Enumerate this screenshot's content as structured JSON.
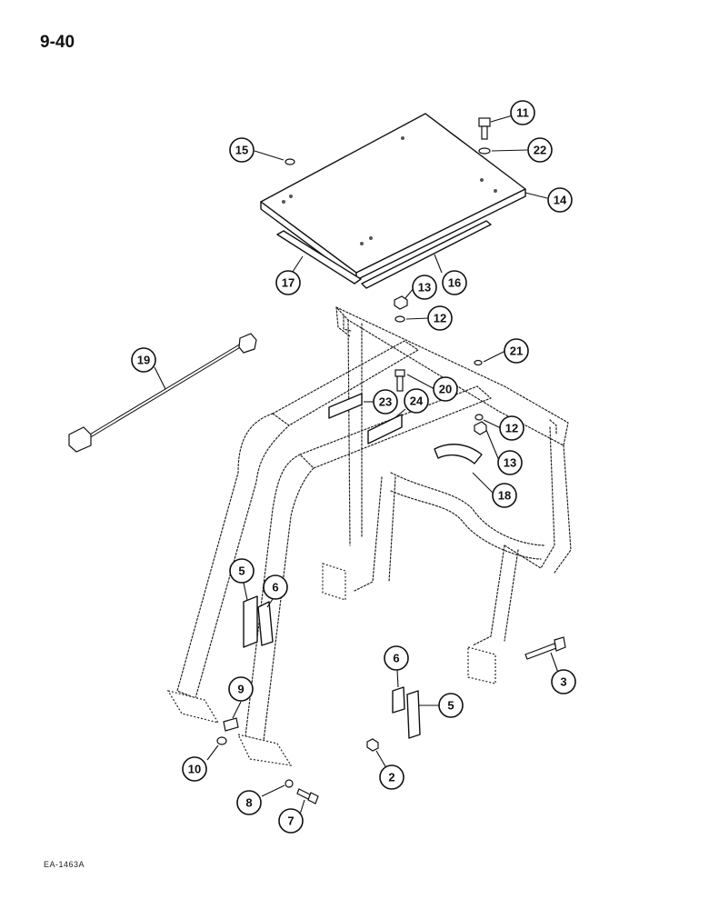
{
  "page_number": "9-40",
  "figure_code": "EA-1463A",
  "callouts": [
    "11",
    "22",
    "15",
    "14",
    "17",
    "16",
    "13",
    "12",
    "19",
    "21",
    "20",
    "23",
    "24",
    "12",
    "13",
    "18",
    "5",
    "6",
    "3",
    "6",
    "5",
    "9",
    "10",
    "2",
    "8",
    "7"
  ]
}
